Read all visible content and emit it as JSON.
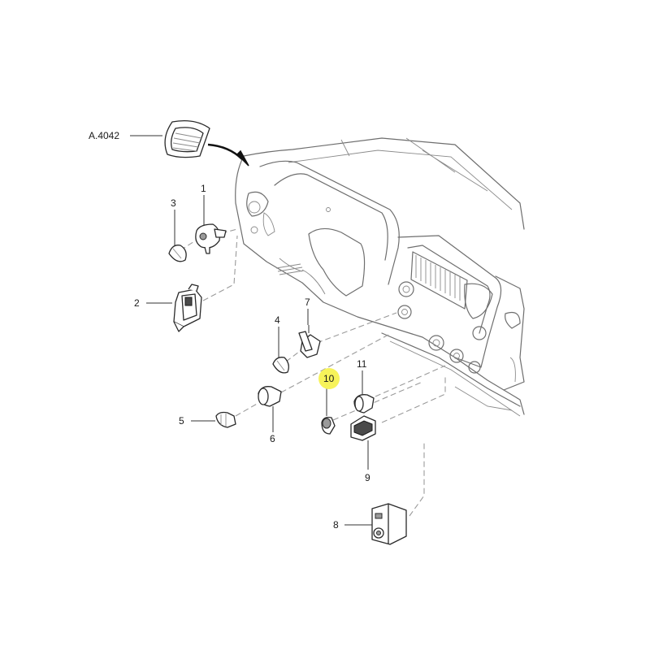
{
  "callouts": {
    "a4042": "A.4042",
    "c1": "1",
    "c2": "2",
    "c3": "3",
    "c4": "4",
    "c5": "5",
    "c6": "6",
    "c7": "7",
    "c8": "8",
    "c9": "9",
    "c10": "10",
    "c11": "11"
  },
  "highlight": {
    "callout": "10",
    "color": "#f7f35a"
  }
}
